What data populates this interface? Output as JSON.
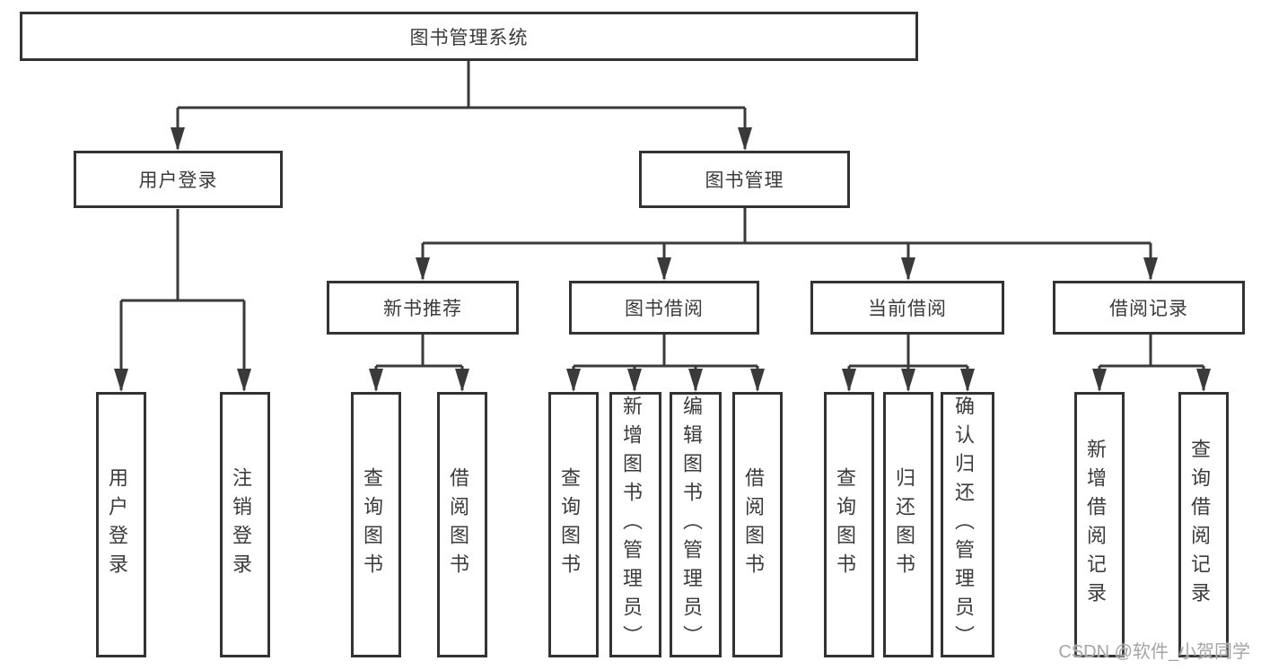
{
  "diagram": {
    "root": {
      "label": "图书管理系统"
    },
    "level2": [
      {
        "label": "用户登录",
        "children": [
          {
            "label": "用户登录"
          },
          {
            "label": "注销登录"
          }
        ]
      },
      {
        "label": "图书管理",
        "children": [
          {
            "label": "新书推荐",
            "children": [
              {
                "label": "查询图书"
              },
              {
                "label": "借阅图书"
              }
            ]
          },
          {
            "label": "图书借阅",
            "children": [
              {
                "label": "查询图书"
              },
              {
                "label": "新增图书（管理员）"
              },
              {
                "label": "编辑图书（管理员）"
              },
              {
                "label": "借阅图书"
              }
            ]
          },
          {
            "label": "当前借阅",
            "children": [
              {
                "label": "查询图书"
              },
              {
                "label": "归还图书"
              },
              {
                "label": "确认归还（管理员）"
              }
            ]
          },
          {
            "label": "借阅记录",
            "children": [
              {
                "label": "新增借阅记录"
              },
              {
                "label": "查询借阅记录"
              }
            ]
          }
        ]
      }
    ]
  },
  "watermark": {
    "text": "CSDN @软件_小贺同学"
  },
  "colors": {
    "line": "#3a3a3a",
    "box_border": "#333333",
    "text": "#3b3b3b",
    "watermark": "#a6a6a6",
    "background": "#ffffff"
  }
}
